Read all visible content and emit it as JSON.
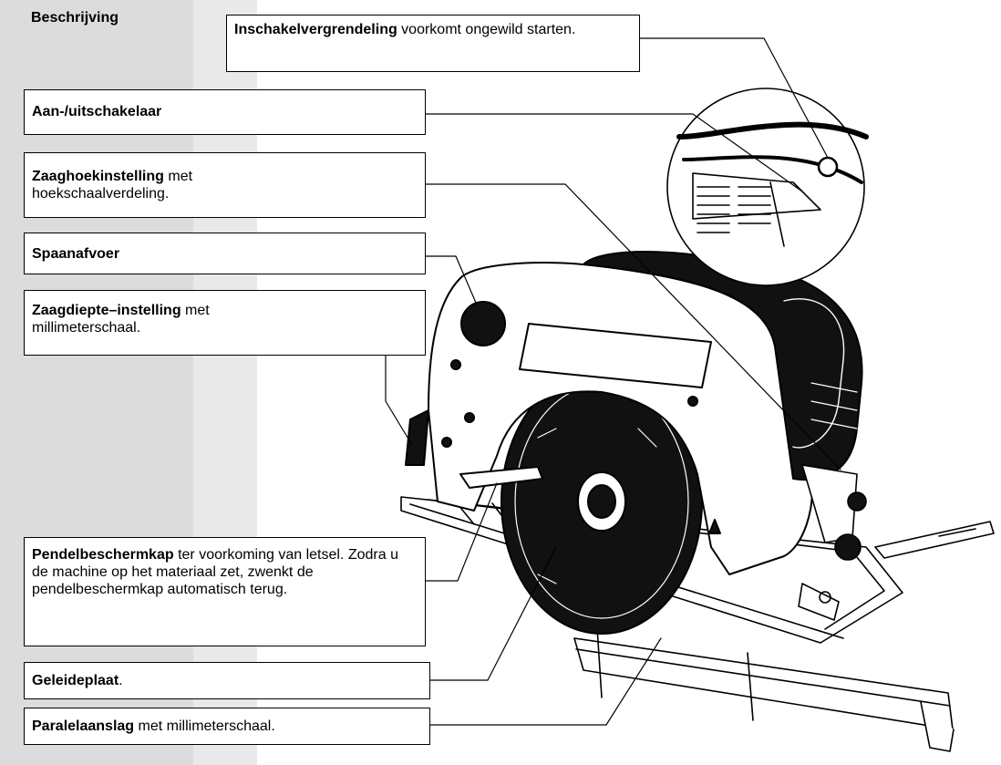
{
  "section": {
    "title": "Beschrijving"
  },
  "callouts": [
    {
      "id": "inschakelvergrendeling",
      "term": "Inschakelvergrendeling",
      "desc": " voorkomt ongewild starten."
    },
    {
      "id": "aan-uitschakelaar",
      "term": "Aan-/uitschakelaar",
      "desc": ""
    },
    {
      "id": "zaaghoekinstelling",
      "term": "Zaaghoekinstelling",
      "desc": " met hoekschaalverdeling."
    },
    {
      "id": "spaanafvoer",
      "term": "Spaanafvoer",
      "desc": ""
    },
    {
      "id": "zaagdiepte-instelling",
      "term": "Zaagdiepte–instelling",
      "desc": " met millimeterschaal."
    },
    {
      "id": "pendelbeschermkap",
      "term": "Pendelbeschermkap",
      "desc": " ter voorkoming van letsel. Zodra u de machine op het materiaal zet, zwenkt de pendelbeschermkap automatisch terug."
    },
    {
      "id": "geleideplaat",
      "term": "Geleideplaat",
      "desc": "."
    },
    {
      "id": "paralelaanslag",
      "term": "Paralelaanslag",
      "desc": " met millimeterschaal."
    }
  ]
}
